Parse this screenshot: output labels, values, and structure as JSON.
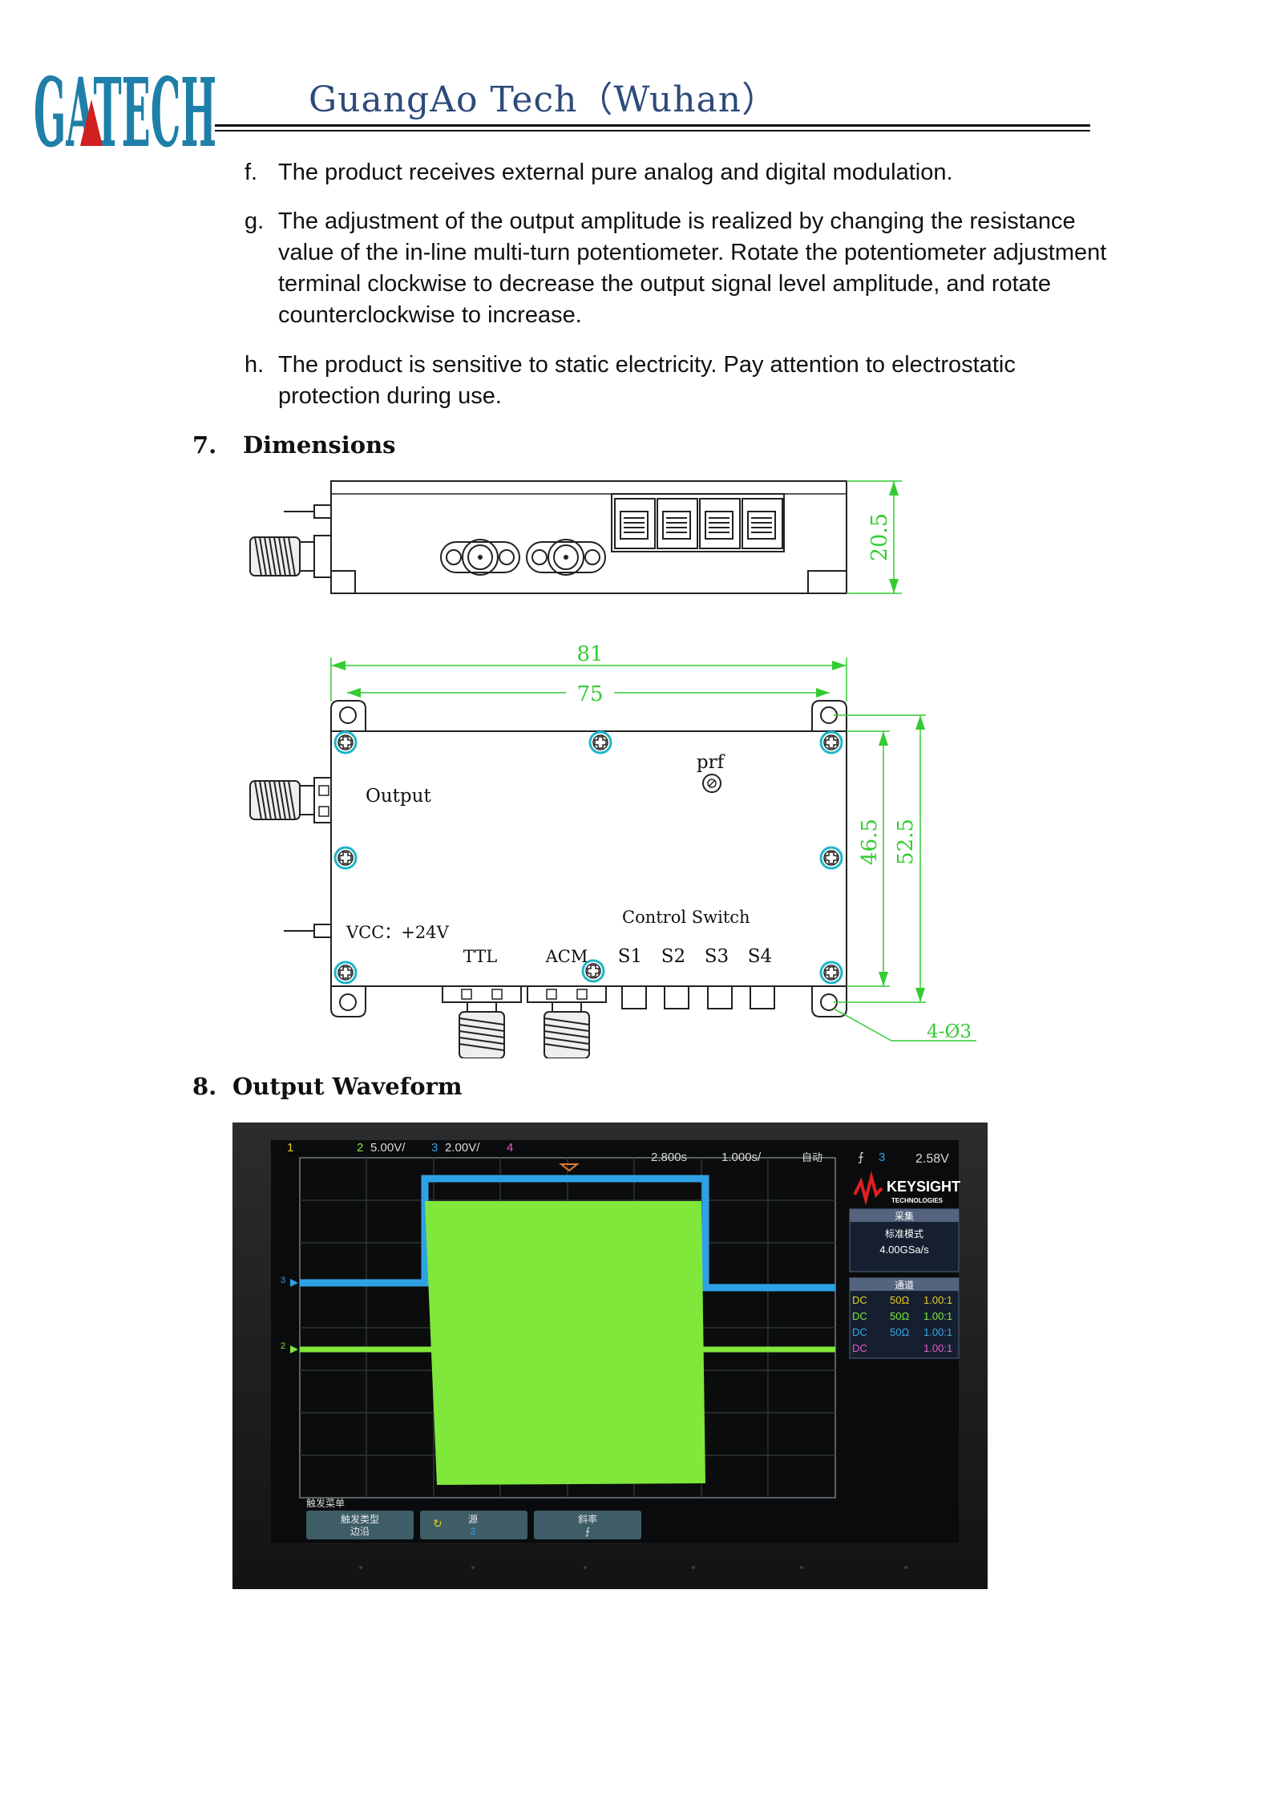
{
  "header": {
    "logo_text": "GATECH",
    "company": "GuangAo Tech（Wuhan）",
    "logo_color": "#1e7fa8"
  },
  "items": [
    {
      "label": "f.",
      "text": "The product receives external pure analog and digital modulation."
    },
    {
      "label": "g.",
      "text": "The adjustment of the output amplitude is realized by changing the resistance value of the in-line multi-turn potentiometer. Rotate the potentiometer adjustment terminal clockwise to decrease the output signal level amplitude, and rotate counterclockwise to increase."
    },
    {
      "label": "h.",
      "text": "The product is sensitive to static electricity. Pay attention to electrostatic protection during use."
    }
  ],
  "sections": [
    {
      "number": "7.",
      "title": "Dimensions"
    },
    {
      "number": "8.",
      "title": "Output Waveform"
    }
  ],
  "dimensions": {
    "height_side": "20.5",
    "width_outer": "81",
    "width_inner": "75",
    "depth_inner": "46.5",
    "depth_outer": "52.5",
    "holes": "4-Ø3",
    "labels": {
      "prf": "prf",
      "output": "Output",
      "vcc": "VCC：+24V",
      "control_switch": "Control Switch",
      "ttl": "TTL",
      "acm": "ACM",
      "s1": "S1",
      "s2": "S2",
      "s3": "S3",
      "s4": "S4"
    },
    "dim_color": "#33cc33"
  },
  "scope": {
    "ch1": "1",
    "ch2": "2",
    "ch2_scale": "5.00V/",
    "ch3": "3",
    "ch3_scale": "2.00V/",
    "ch4": "4",
    "time_delay": "2.800s",
    "time_scale": "1.000s/",
    "mode": "自动",
    "trigger_ch": "3",
    "trigger_level": "2.58V",
    "brand": "KEYSIGHT",
    "brand_sub": "TECHNOLOGIES",
    "acq_title": "采集",
    "acq_mode": "标准模式",
    "acq_rate": "4.00GSa/s",
    "chan_title": "通道",
    "channels": [
      {
        "coupling": "DC",
        "impedance": "50Ω",
        "probe": "1.00:1",
        "color": "#e8d020"
      },
      {
        "coupling": "DC",
        "impedance": "50Ω",
        "probe": "1.00:1",
        "color": "#7fe83a"
      },
      {
        "coupling": "DC",
        "impedance": "50Ω",
        "probe": "1.00:1",
        "color": "#3aa8e8"
      },
      {
        "coupling": "DC",
        "impedance": "",
        "probe": "1.00:1",
        "color": "#e85ac8"
      }
    ],
    "softkey_menu": "触发菜单",
    "softkeys": [
      {
        "title": "触发类型",
        "value": "边沿"
      },
      {
        "title": "源",
        "value": "3"
      },
      {
        "title": "斜率",
        "value": ""
      }
    ],
    "trace_colors": {
      "ch2": "#7fe83a",
      "ch3": "#2fa2e6"
    }
  }
}
